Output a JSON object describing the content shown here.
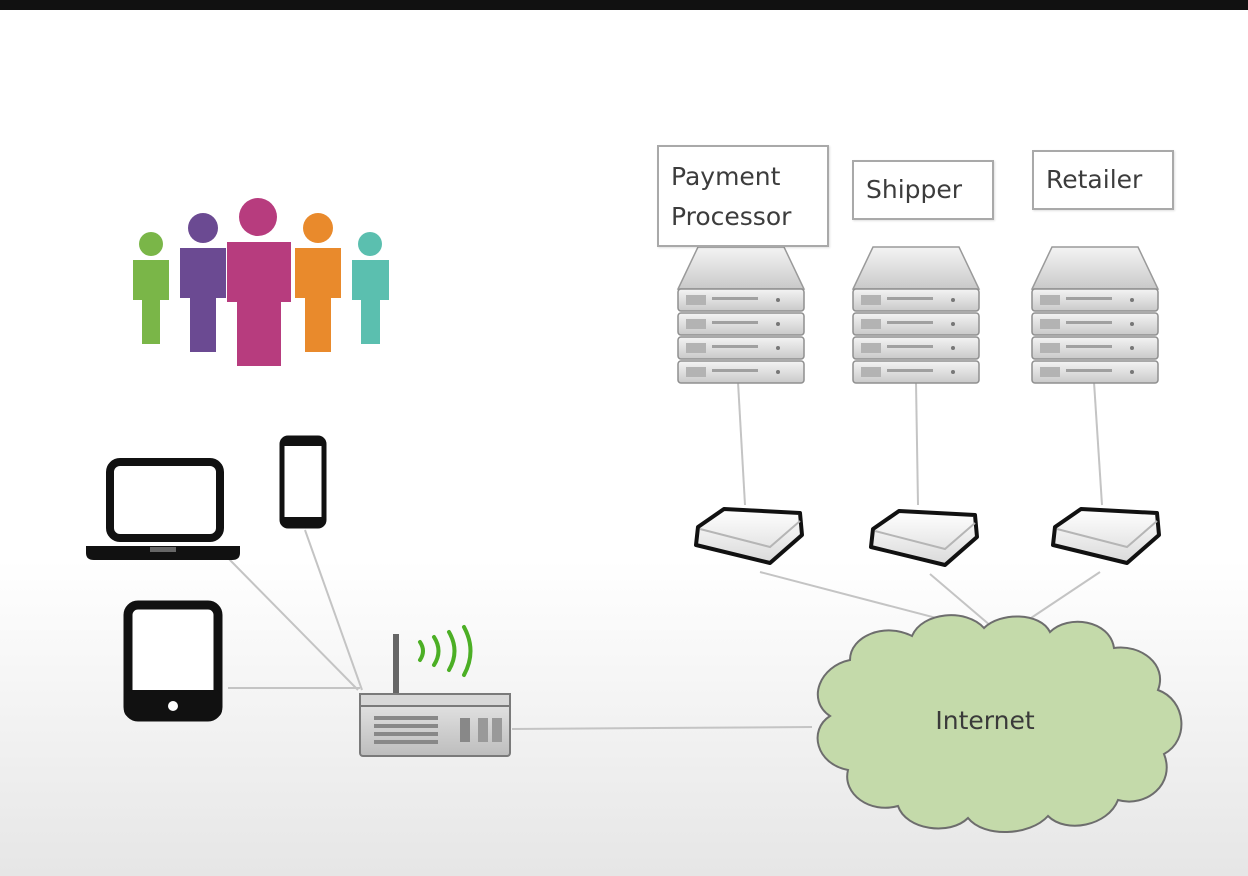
{
  "labels": {
    "payment_processor": "Payment Processor",
    "shipper": "Shipper",
    "retailer": "Retailer",
    "internet": "Internet"
  },
  "icons": {
    "people": "people-group-icon",
    "laptop": "laptop-icon",
    "phone": "smartphone-icon",
    "tablet": "tablet-icon",
    "router": "wifi-router-icon",
    "servers": "server-rack-icon",
    "switch": "network-switch-icon",
    "cloud": "internet-cloud-icon"
  },
  "colors": {
    "person_green": "#7ab648",
    "person_purple": "#6b4a92",
    "person_magenta": "#b73c7e",
    "person_orange": "#e98a2c",
    "person_teal": "#5bbfaf",
    "wifi_waves": "#4caf25",
    "cloud_fill": "#c4daaa",
    "cloud_stroke": "#6d6d6d"
  }
}
